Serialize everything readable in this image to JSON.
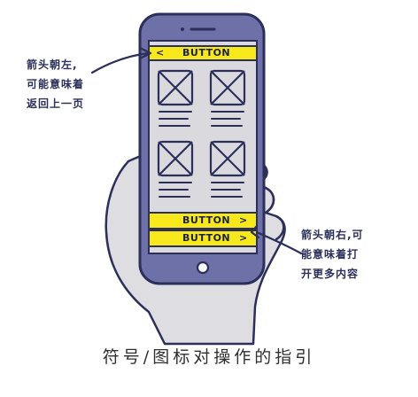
{
  "annotations": {
    "left": [
      "箭头朝左,",
      "可能意味着",
      "返回上一页"
    ],
    "right": [
      "箭头朝右,可",
      "能意味着打",
      "开更多内容"
    ]
  },
  "phone": {
    "top_button": {
      "arrow": "<",
      "label": "BUTTON"
    },
    "bottom_buttons": [
      {
        "label": "BUTTON",
        "arrow": ">"
      },
      {
        "label": "BUTTON",
        "arrow": ">"
      }
    ]
  },
  "caption": "符号/图标对操作的指引",
  "colors": {
    "ink": "#2b2f5a",
    "phone_body": "#6e70a8",
    "screen": "#d9d9de",
    "button_fill": "#f7e81c",
    "hand": "#dedee2"
  }
}
